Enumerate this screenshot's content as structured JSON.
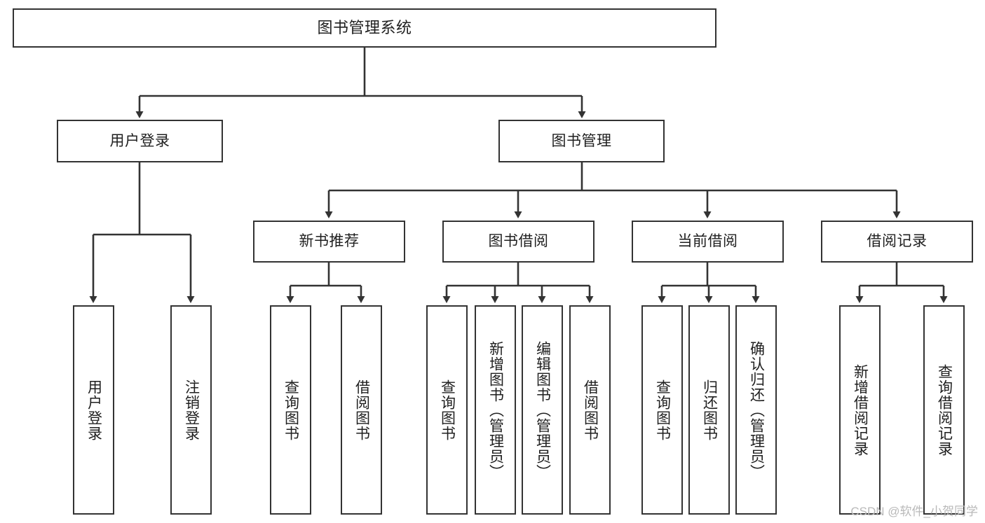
{
  "diagram": {
    "title": "图书管理系统",
    "type": "hierarchy-tree",
    "colors": {
      "box_border": "#333333",
      "box_fill": "#ffffff",
      "connector": "#333333",
      "text": "#1f1f1f",
      "watermark": "#b9b9b9"
    },
    "root": {
      "label": "图书管理系统"
    },
    "level2": [
      {
        "label": "用户登录"
      },
      {
        "label": "图书管理"
      }
    ],
    "level3": [
      {
        "label": "新书推荐"
      },
      {
        "label": "图书借阅"
      },
      {
        "label": "当前借阅"
      },
      {
        "label": "借阅记录"
      }
    ],
    "leaves": {
      "user_login": [
        {
          "label": "用户登录"
        },
        {
          "label": "注销登录"
        }
      ],
      "new_book": [
        {
          "label": "查询图书"
        },
        {
          "label": "借阅图书"
        }
      ],
      "book_borrow": [
        {
          "label": "查询图书"
        },
        {
          "label": "新增图书（管理员）"
        },
        {
          "label": "编辑图书（管理员）"
        },
        {
          "label": "借阅图书"
        }
      ],
      "current_borrow": [
        {
          "label": "查询图书"
        },
        {
          "label": "归还图书"
        },
        {
          "label": "确认归还（管理员）"
        }
      ],
      "borrow_record": [
        {
          "label": "新增借阅记录"
        },
        {
          "label": "查询借阅记录"
        }
      ]
    }
  },
  "watermark": {
    "text": "CSDN @软件_小贺同学"
  }
}
